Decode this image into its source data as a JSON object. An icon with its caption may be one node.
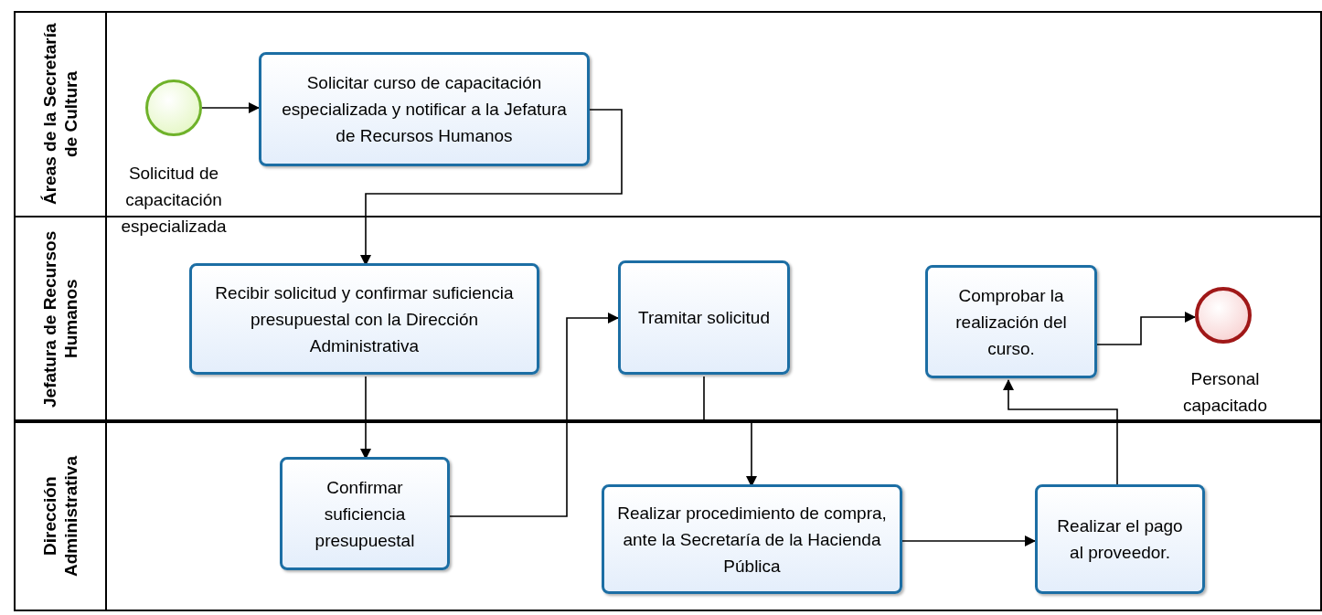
{
  "diagram": {
    "nodes": [
      {
        "text": [
          "Áreas de la Secretaría de Cultura"
        ]
      },
      {
        "text": [
          "Jefatura de Recursos Humanos"
        ]
      },
      {
        "text": [
          "Dirección Administrativa"
        ]
      },
      {
        "text": [],
        "shape": "circle",
        "in": 0,
        "beside": [
          "Solicitud de capacitación especializada"
        ]
      },
      {
        "text": [
          "Solicitar curso de capacitación especializada y notificar a la Jefatura de Recursos Humanos"
        ],
        "in": 0
      },
      {
        "text": [
          "Recibir solicitud y confirmar suficiencia presupuestal con la Dirección Administrativa"
        ],
        "in": 1
      },
      {
        "text": [
          "Tramitar solicitud"
        ],
        "in": 1
      },
      {
        "text": [
          "Comprobar la realización del curso."
        ],
        "in": 1
      },
      {
        "text": [],
        "shape": "circle",
        "in": 1,
        "beside": [
          "Personal capacitado"
        ]
      },
      {
        "text": [
          "Confirmar suficiencia presupuestal"
        ],
        "in": 2
      },
      {
        "text": [
          "Realizar procedimiento de compra, ante la Secretaría de la Hacienda Pública"
        ],
        "in": 2
      },
      {
        "text": [
          "Realizar el pago al proveedor."
        ],
        "in": 2
      }
    ],
    "edges": [
      {
        "from": 3,
        "to": 4,
        "arrow": "to"
      },
      {
        "from": 4,
        "to": 5,
        "arrow": "to"
      },
      {
        "from": 5,
        "to": 9,
        "arrow": "to"
      },
      {
        "from": 9,
        "to": 6,
        "arrow": "to"
      },
      {
        "from": 6,
        "to": 10,
        "arrow": "to"
      },
      {
        "from": 10,
        "to": 11,
        "arrow": "to"
      },
      {
        "from": 11,
        "to": 7,
        "arrow": "to"
      },
      {
        "from": 7,
        "to": 8,
        "arrow": "to"
      }
    ]
  }
}
